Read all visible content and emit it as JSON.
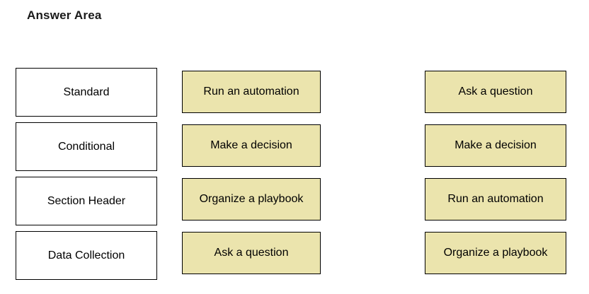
{
  "title": "Answer Area",
  "colors": {
    "option_fill": "#ebe4ad",
    "category_fill": "#ffffff",
    "border": "#000000"
  },
  "categories": {
    "items": [
      "Standard",
      "Conditional",
      "Section Header",
      "Data Collection"
    ]
  },
  "source_options": {
    "items": [
      "Run an automation",
      "Make a decision",
      "Organize a playbook",
      "Ask a question"
    ]
  },
  "answer_options": {
    "items": [
      "Ask a question",
      "Make a decision",
      "Run an automation",
      "Organize a playbook"
    ]
  }
}
